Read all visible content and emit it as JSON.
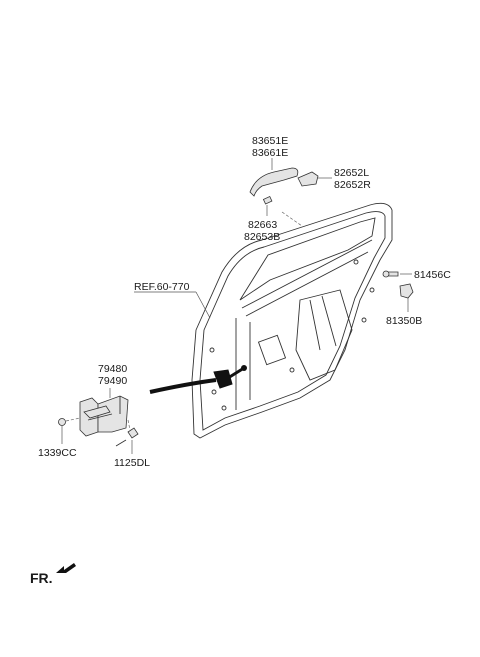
{
  "labels": {
    "p83651e": "83651E",
    "p83661e": "83661E",
    "p82652l": "82652L",
    "p82652r": "82652R",
    "p82663": "82663",
    "p82653b": "82653B",
    "p81456c": "81456C",
    "p81350b": "81350B",
    "ref": "REF.60-770",
    "p79480": "79480",
    "p79490": "79490",
    "p1339cc": "1339CC",
    "p1125dl": "1125DL",
    "fr": "FR."
  }
}
